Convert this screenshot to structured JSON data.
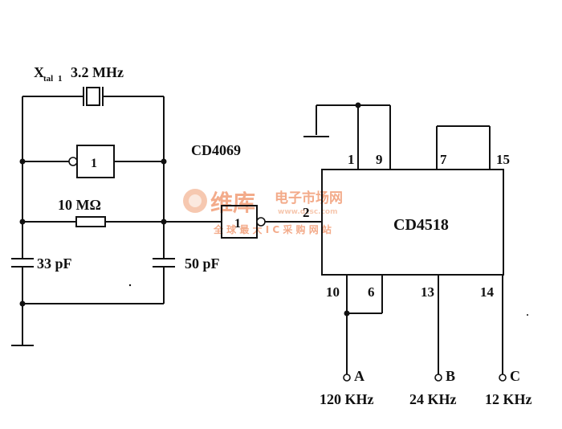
{
  "crystal": {
    "label_main": "X",
    "label_sub": "tal",
    "label_sub_num": "1",
    "frequency": "3.2 MHz"
  },
  "inverter_ic": {
    "name": "CD4069",
    "gate_symbol": "1"
  },
  "resistor": {
    "value": "10 MΩ"
  },
  "capacitors": {
    "left": "33 pF",
    "right": "50 pF"
  },
  "counter_ic": {
    "name": "CD4518",
    "pins": {
      "p1": "1",
      "p9": "9",
      "p7": "7",
      "p15": "15",
      "p2": "2",
      "p10": "10",
      "p6": "6",
      "p13": "13",
      "p14": "14"
    }
  },
  "outputs": [
    {
      "terminal": "A",
      "frequency": "120 KHz"
    },
    {
      "terminal": "B",
      "frequency": "24 KHz"
    },
    {
      "terminal": "C",
      "frequency": "12 KHz"
    }
  ],
  "watermark": {
    "brand": "维库",
    "site": "电子市场网",
    "url": "www.dzsc.com",
    "slogan": "全 球 最 大 I C 采 购 网 站",
    "colors": {
      "primary": "#f2a27e",
      "secondary": "#f6c3a8"
    }
  }
}
